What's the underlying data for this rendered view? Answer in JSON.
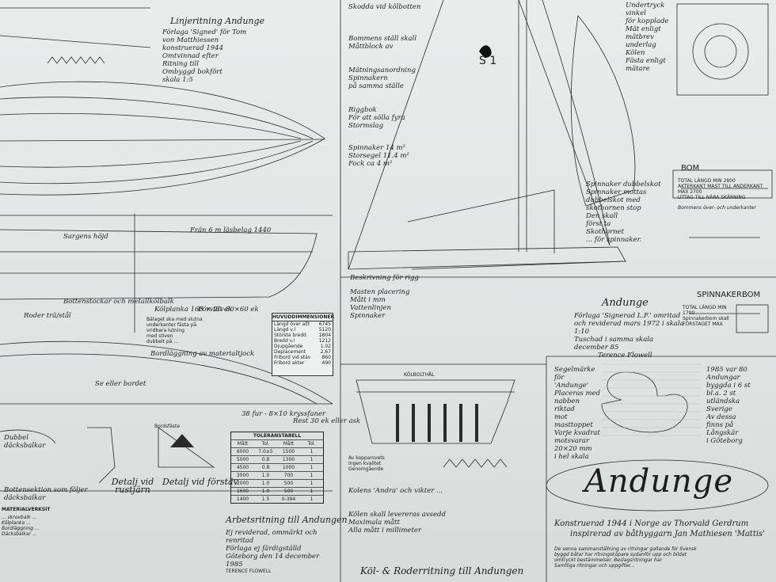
{
  "sail": {
    "number": "S 1"
  },
  "hull_lines": {
    "title": "Linjeritning Andunge",
    "lines": [
      "Förlaga 'Signed' för Tom von Matthiessen",
      "konstruerad 1944",
      "Omtvinnad efter",
      "Ritning till",
      "Ombyggd bokfört",
      "skala 1:5"
    ]
  },
  "profile": {
    "labels": [
      "Frän 6 m läsbelag 1440",
      "Sargens höjd",
      "Bottenstockar och metallkölbalk",
      "Roder trä/stål",
      "Kölplanka 160 × 20 ek",
      "Förstäv 80×60 ek",
      "Bordläggning av materialtjock"
    ],
    "note_lines": [
      "Bälaget ska med slutna",
      "underkanter fästa på",
      "vridbara lutning",
      "med stiven",
      "dubbelt på ..."
    ]
  },
  "main_dims": {
    "title": "HUVUDDIMMENSIONER",
    "rows": [
      {
        "label": "Längd över allt",
        "value": "6745"
      },
      {
        "label": "Längd v.l",
        "value": "5120"
      },
      {
        "label": "Största bredd",
        "value": "1804"
      },
      {
        "label": "Bredd v.l",
        "value": "1212"
      },
      {
        "label": "Djupgående",
        "value": "1.02"
      },
      {
        "label": "Deplacement",
        "value": "2,67"
      },
      {
        "label": "Fribord vid stäv",
        "value": "860"
      },
      {
        "label": "Fribord akter",
        "value": "490"
      }
    ]
  },
  "frame_section": {
    "label": "Se eller bordet"
  },
  "details": {
    "deck_beam": "Dubbel däcksbalkar",
    "stern": "Detalj vid rustjärn",
    "bow": "Detalj vid förstäv",
    "bottom": "Bottensektion som följer däcksbalkar",
    "knee": "Bordsfäste",
    "scale": "Rest 30 ek eller ask",
    "scale2": "38 fur - 8×10 kryssfaner"
  },
  "tolerance": {
    "title": "TOLERANSTABELL",
    "headers": [
      "Mått",
      "Tol.",
      "Mått",
      "Tol."
    ],
    "rows": [
      [
        "6000",
        "7.0±5",
        "1500",
        "1"
      ],
      [
        "5000",
        "0.8",
        "1300",
        "1"
      ],
      [
        "4500",
        "0.8",
        "1000",
        "1"
      ],
      [
        "3000",
        "1.0",
        "700",
        "1"
      ],
      [
        "2000",
        "1.0",
        "500",
        "1"
      ],
      [
        "1600",
        "1.0",
        "500",
        "1"
      ],
      [
        "1400",
        "1.5",
        "0-394",
        "1"
      ]
    ]
  },
  "rigging_text": {
    "lines": [
      "Skodda vid kölbotten",
      "Bommens ställ skall",
      "Måttblock av",
      "Mätningsanordning",
      "Spinnakern",
      "på samma ställe",
      "Riggbok",
      "För att sölla fyra",
      "Stormslag",
      "Spinnaker 14 m²",
      "Storsegel 11.4 m²",
      "Fock ca 4 m²"
    ]
  },
  "spinnaker_note": {
    "lines": [
      "Spinnaker dubbelskot",
      "Spinnaker mottas",
      "dubbelskot med",
      "skothornen stop",
      "Den skall",
      "först ta",
      "Skothornet",
      "... för spinnaker."
    ]
  },
  "sheet_marks": {
    "lines": [
      "Beskrivning för rigg",
      "Masten placering",
      "Mått i mm",
      "Vattenlinjen",
      "Spinnaker"
    ]
  },
  "boom": {
    "title": "BOM",
    "lines": [
      "TOTAL LÄNGD MIN 2800",
      "AKTERKANT MAST TILL ANDERKANT MAX 2700",
      "UTTAG TILL NÄRA SKÄRNING",
      "Bommens över- och underkanter"
    ]
  },
  "spinnaker_boom": {
    "title": "SPINNAKERBOM",
    "lines": [
      "TOTAL LÄNGD MIN 1700",
      "Spinnakerbom skall",
      "FÖRSTAGET MAX"
    ]
  },
  "upper_right": {
    "lines": [
      "Undertryck vinkel",
      "för kopplade",
      "Mät enligt",
      "mätbrev",
      "underlag",
      "Kölen",
      "Fästa enligt mätare"
    ]
  },
  "design_credit": {
    "title": "Andunge",
    "lines": [
      "Förlaga 'Signerad L.F.' omritad",
      "och reviderad mars 1972 i skala 1:10",
      "Tuschad i samma skala december 85",
      "Terence Flowell"
    ]
  },
  "sail_mark": {
    "lines": [
      "Segelmärke för",
      "'Andunge'",
      "Placeras med",
      "nabben riktad",
      "mot masttoppet",
      "Varje kvadrat",
      "motsvarar",
      "20×20 mm",
      "i hel skala"
    ]
  },
  "class_note": {
    "lines": [
      "1985 var 80 Andungar",
      "byggda i 6 st",
      "bl.a. 2 st",
      "utländska",
      "Sverige",
      "Av dessa",
      "finns på",
      "Långskär",
      "i Göteborg"
    ]
  },
  "logo": {
    "text": "Andunge"
  },
  "construction_credit": {
    "lines": [
      "Konstruerad 1944 i Norge av Thorvald Gerdrum",
      "inspirerad av båthyggarn Jan Mathiesen 'Mattis'"
    ]
  },
  "bottom_right_note": {
    "lines": [
      "De senna sammanställning av ritningar gallande för Svensk",
      "byggd båtar har ritningsköpare sydanför upp och bildat",
      "omtryckt bestämmelser. Beslagsritningar har",
      "Samtliga ritningar och uppgifter..."
    ]
  },
  "keel_drawing": {
    "title": "Köl- & Roderritning till Andungen",
    "note_lines": [
      "Kolens 'Andra' och vikter ..."
    ],
    "top_label": "KÖLBOLTHÅL"
  },
  "arbets": {
    "title": "Arbetsritning till Andungen",
    "lines": [
      "Ej reviderad, ommärkt och renritad",
      "Förlaga ej färdigställd",
      "Göteborg den 14 december 1985",
      "TERENCE FLOWELL"
    ]
  },
  "material_list": {
    "title": "MATERIALVERKSIT",
    "lines": [
      "... skrovbalk ...",
      "Kölplanka ...",
      "Bordläggning ...",
      "Däcksbalkar ..."
    ]
  },
  "keel_bolts": {
    "lines": [
      "Av kopparsvets",
      "Ingen kvalitet",
      "Genomgående"
    ]
  },
  "bottom_center_text": {
    "lines": [
      "Kölen skall levereras avsedd",
      "Maximala mått",
      "Alla mått i millimeter"
    ]
  }
}
